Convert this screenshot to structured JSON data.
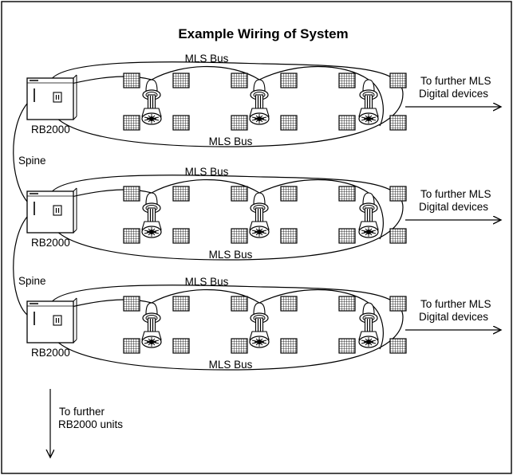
{
  "title": "Example Wiring of System",
  "bus_label": "MLS Bus",
  "device_label": "RB2000",
  "spine_label": "Spine",
  "further_mls_line1": "To further MLS",
  "further_mls_line2": "Digital devices",
  "further_rb_line1": "To further",
  "further_rb_line2": "RB2000 units",
  "rows": [
    {
      "bus_top": "MLS Bus",
      "bus_bottom": "MLS Bus",
      "unit": "RB2000",
      "out1": "To further MLS",
      "out2": "Digital devices"
    },
    {
      "bus_top": "MLS Bus",
      "bus_bottom": "MLS Bus",
      "unit": "RB2000",
      "out1": "To further MLS",
      "out2": "Digital devices"
    },
    {
      "bus_top": "MLS Bus",
      "bus_bottom": "MLS Bus",
      "unit": "RB2000",
      "out1": "To further MLS",
      "out2": "Digital devices"
    }
  ],
  "spines": [
    "Spine",
    "Spine"
  ]
}
